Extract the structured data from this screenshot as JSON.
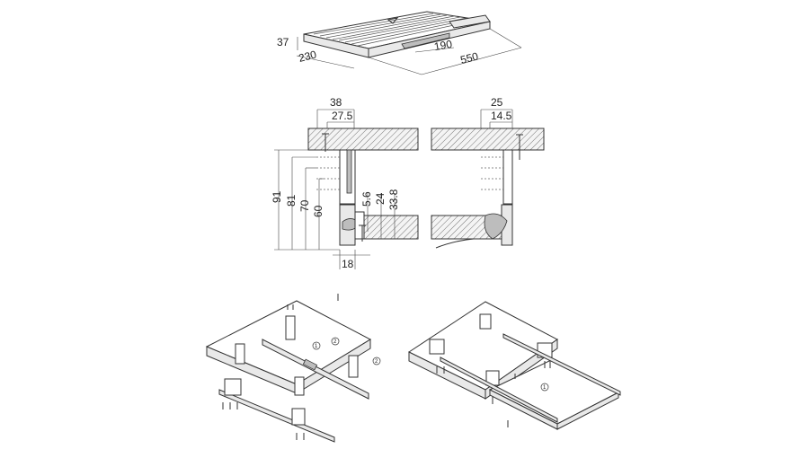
{
  "top_view": {
    "dim_height": "37",
    "dim_depth": "230",
    "dim_opening": "190",
    "dim_length": "550"
  },
  "section_left": {
    "dim_top_width": "38",
    "dim_top_inner": "27.5",
    "dim_v1": "91",
    "dim_v2": "81",
    "dim_v3": "70",
    "dim_v4": "60",
    "dim_s1": "5.6",
    "dim_s2": "24",
    "dim_s3": "33.8",
    "dim_bottom": "18"
  },
  "section_right": {
    "dim_top_width": "25",
    "dim_top_inner": "14.5"
  },
  "assembly_left": {
    "step_1": "1",
    "step_2": "2",
    "step_2b": "2"
  },
  "assembly_right": {
    "step_1": "1"
  }
}
